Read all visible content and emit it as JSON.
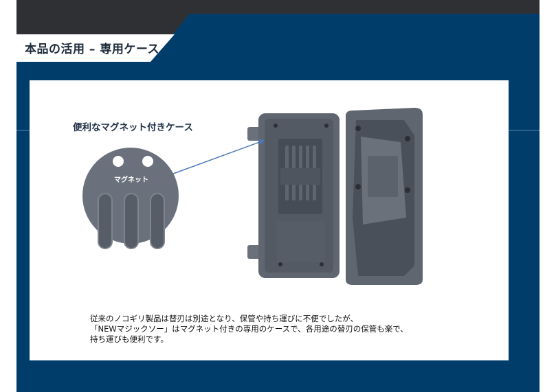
{
  "header": {
    "title": "本品の活用 – 専用ケース"
  },
  "content": {
    "subtitle": "便利なマグネット付きケース",
    "callout_label": "マグネット",
    "description": [
      "従来のノコギリ製品は替刃は別途となり、保管や持ち運びに不便でしたが、",
      "「NEWマジックソー」はマグネット付きの専用のケースで、各用途の替刃の保管も楽で、",
      "持ち運びも便利です。"
    ]
  },
  "colors": {
    "brand_blue": "#003d6b",
    "dark": "#2f3033"
  }
}
